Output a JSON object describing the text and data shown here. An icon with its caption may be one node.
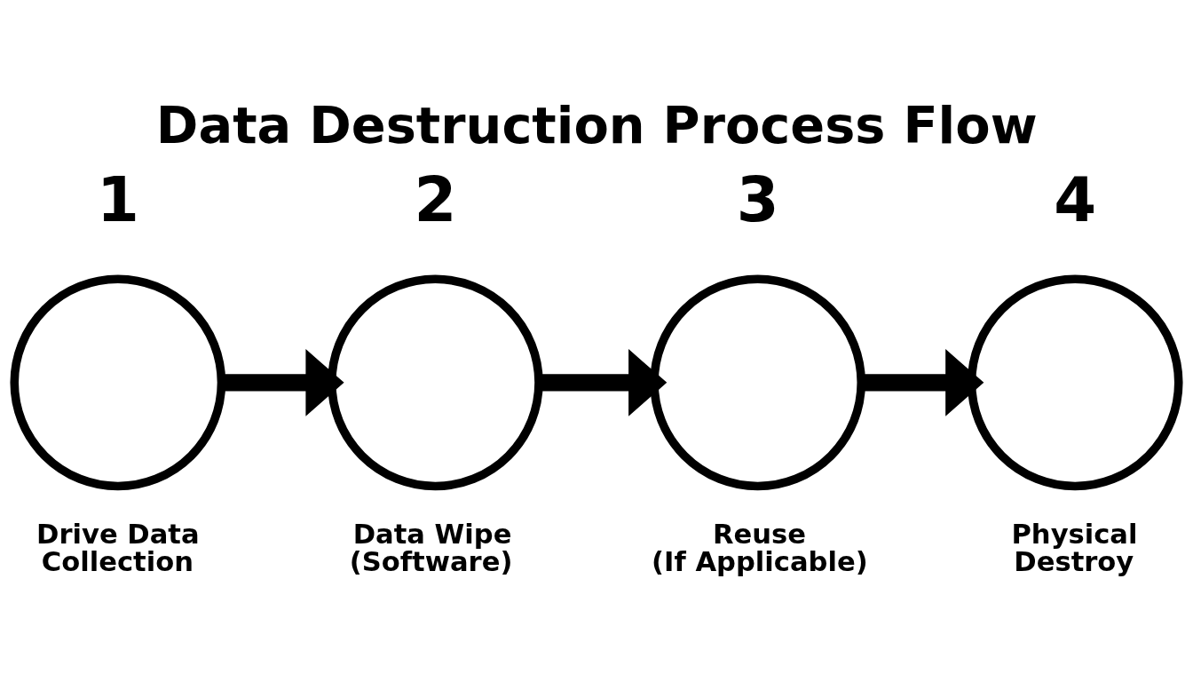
{
  "diagram": {
    "title": "Data Destruction Process Flow",
    "nodes": [
      {
        "text": [],
        "shape": "circle",
        "beside": [
          "1",
          "Drive Data Collection"
        ]
      },
      {
        "text": [],
        "shape": "circle",
        "beside": [
          "2",
          "Data Wipe (Software)"
        ]
      },
      {
        "text": [],
        "shape": "circle",
        "beside": [
          "3",
          "Reuse (If Applicable)"
        ]
      },
      {
        "text": [],
        "shape": "circle",
        "beside": [
          "4",
          "Physical Destroy"
        ]
      }
    ],
    "edges": [
      {
        "from": 0,
        "to": 1,
        "arrow": "to"
      },
      {
        "from": 1,
        "to": 2,
        "arrow": "to"
      },
      {
        "from": 2,
        "to": 3,
        "arrow": "to"
      }
    ]
  }
}
